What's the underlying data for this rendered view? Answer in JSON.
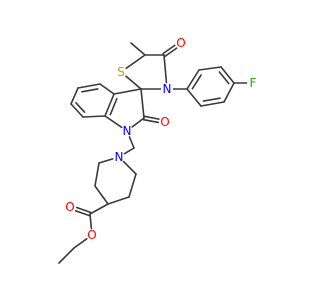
{
  "molecule": {
    "atoms": [
      {
        "id": "me",
        "element": "C",
        "label": "",
        "color": "#3a3a3a"
      },
      {
        "id": "c5",
        "element": "C",
        "label": "",
        "color": "#3a3a3a"
      },
      {
        "id": "c4",
        "element": "C",
        "label": "",
        "color": "#3a3a3a"
      },
      {
        "id": "o4",
        "element": "O",
        "label": "O",
        "color": "#ff0000"
      },
      {
        "id": "s1",
        "element": "S",
        "label": "S",
        "color": "#c8a000"
      },
      {
        "id": "sp",
        "element": "C",
        "label": "",
        "color": "#3a3a3a"
      },
      {
        "id": "n3",
        "element": "N",
        "label": "N",
        "color": "#0000ff"
      },
      {
        "id": "p1",
        "element": "C",
        "label": "",
        "color": "#3a3a3a"
      },
      {
        "id": "p2",
        "element": "C",
        "label": "",
        "color": "#3a3a3a"
      },
      {
        "id": "p3",
        "element": "C",
        "label": "",
        "color": "#3a3a3a"
      },
      {
        "id": "p4",
        "element": "C",
        "label": "",
        "color": "#3a3a3a"
      },
      {
        "id": "p5",
        "element": "C",
        "label": "",
        "color": "#3a3a3a"
      },
      {
        "id": "p6",
        "element": "C",
        "label": "",
        "color": "#3a3a3a"
      },
      {
        "id": "f",
        "element": "F",
        "label": "F",
        "color": "#33aa00"
      },
      {
        "id": "c2",
        "element": "C",
        "label": "",
        "color": "#3a3a3a"
      },
      {
        "id": "o2",
        "element": "O",
        "label": "O",
        "color": "#ff0000"
      },
      {
        "id": "n1",
        "element": "N",
        "label": "N",
        "color": "#0000ff"
      },
      {
        "id": "c7a",
        "element": "C",
        "label": "",
        "color": "#3a3a3a"
      },
      {
        "id": "c3a",
        "element": "C",
        "label": "",
        "color": "#3a3a3a"
      },
      {
        "id": "b4",
        "element": "C",
        "label": "",
        "color": "#3a3a3a"
      },
      {
        "id": "b5",
        "element": "C",
        "label": "",
        "color": "#3a3a3a"
      },
      {
        "id": "b6",
        "element": "C",
        "label": "",
        "color": "#3a3a3a"
      },
      {
        "id": "b7",
        "element": "C",
        "label": "",
        "color": "#3a3a3a"
      },
      {
        "id": "ch2",
        "element": "C",
        "label": "",
        "color": "#3a3a3a"
      },
      {
        "id": "np",
        "element": "N",
        "label": "N",
        "color": "#0000ff"
      },
      {
        "id": "r2",
        "element": "C",
        "label": "",
        "color": "#3a3a3a"
      },
      {
        "id": "r3",
        "element": "C",
        "label": "",
        "color": "#3a3a3a"
      },
      {
        "id": "r4",
        "element": "C",
        "label": "",
        "color": "#3a3a3a"
      },
      {
        "id": "r5",
        "element": "C",
        "label": "",
        "color": "#3a3a3a"
      },
      {
        "id": "r6",
        "element": "C",
        "label": "",
        "color": "#3a3a3a"
      },
      {
        "id": "ce",
        "element": "C",
        "label": "",
        "color": "#3a3a3a"
      },
      {
        "id": "oc",
        "element": "O",
        "label": "O",
        "color": "#ff0000"
      },
      {
        "id": "oe",
        "element": "O",
        "label": "O",
        "color": "#ff0000"
      },
      {
        "id": "e1",
        "element": "C",
        "label": "",
        "color": "#3a3a3a"
      },
      {
        "id": "e2",
        "element": "C",
        "label": "",
        "color": "#3a3a3a"
      }
    ],
    "bonds": [
      {
        "a": "me",
        "b": "c5",
        "order": 1
      },
      {
        "a": "c5",
        "b": "c4",
        "order": 1
      },
      {
        "a": "c5",
        "b": "s1",
        "order": 1
      },
      {
        "a": "c4",
        "b": "o4",
        "order": 2
      },
      {
        "a": "c4",
        "b": "n3",
        "order": 1
      },
      {
        "a": "s1",
        "b": "sp",
        "order": 1
      },
      {
        "a": "sp",
        "b": "n3",
        "order": 1
      },
      {
        "a": "n3",
        "b": "p1",
        "order": 1
      },
      {
        "a": "p1",
        "b": "p2",
        "order": 2
      },
      {
        "a": "p2",
        "b": "p3",
        "order": 1
      },
      {
        "a": "p3",
        "b": "p4",
        "order": 2
      },
      {
        "a": "p4",
        "b": "p5",
        "order": 1
      },
      {
        "a": "p5",
        "b": "p6",
        "order": 2
      },
      {
        "a": "p6",
        "b": "p1",
        "order": 1
      },
      {
        "a": "p4",
        "b": "f",
        "order": 1
      },
      {
        "a": "sp",
        "b": "c2",
        "order": 1
      },
      {
        "a": "c2",
        "b": "o2",
        "order": 2
      },
      {
        "a": "c2",
        "b": "n1",
        "order": 1
      },
      {
        "a": "n1",
        "b": "c7a",
        "order": 1
      },
      {
        "a": "c7a",
        "b": "c3a",
        "order": 2
      },
      {
        "a": "c3a",
        "b": "sp",
        "order": 1
      },
      {
        "a": "c3a",
        "b": "b4",
        "order": 1
      },
      {
        "a": "b4",
        "b": "b5",
        "order": 2
      },
      {
        "a": "b5",
        "b": "b6",
        "order": 1
      },
      {
        "a": "b6",
        "b": "b7",
        "order": 2
      },
      {
        "a": "b7",
        "b": "c7a",
        "order": 1
      },
      {
        "a": "n1",
        "b": "ch2",
        "order": 1
      },
      {
        "a": "ch2",
        "b": "np",
        "order": 1
      },
      {
        "a": "np",
        "b": "r2",
        "order": 1
      },
      {
        "a": "r2",
        "b": "r3",
        "order": 1
      },
      {
        "a": "r3",
        "b": "r4",
        "order": 1
      },
      {
        "a": "r4",
        "b": "r5",
        "order": 1
      },
      {
        "a": "r5",
        "b": "r6",
        "order": 1
      },
      {
        "a": "r6",
        "b": "np",
        "order": 1
      },
      {
        "a": "r4",
        "b": "ce",
        "order": 1
      },
      {
        "a": "ce",
        "b": "oc",
        "order": 2
      },
      {
        "a": "ce",
        "b": "oe",
        "order": 1
      },
      {
        "a": "oe",
        "b": "e1",
        "order": 1
      },
      {
        "a": "e1",
        "b": "e2",
        "order": 1
      }
    ]
  }
}
